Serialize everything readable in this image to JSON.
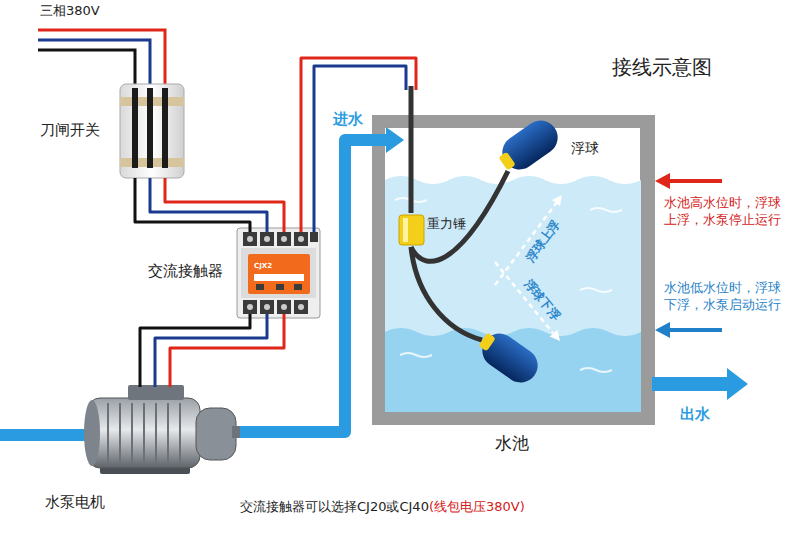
{
  "diagram": {
    "title": "接线示意图",
    "caption": "交流接触器可以选择CJ20或CJ40",
    "nodes": [
      {
        "text": [
          "刀闸开关"
        ]
      },
      {
        "text": [
          "交流接触器"
        ]
      },
      {
        "text": [
          "水泵电机"
        ]
      },
      {
        "text": [
          "水池"
        ]
      },
      {
        "text": [
          "浮球"
        ],
        "in": 3
      },
      {
        "text": [
          "重力锤"
        ],
        "in": 3
      }
    ],
    "edges": [
      {
        "from": 0,
        "to": 1,
        "arrow": "none"
      },
      {
        "from": 1,
        "to": 2,
        "arrow": "none"
      },
      {
        "from": 1,
        "to": 5,
        "arrow": "none"
      },
      {
        "from": 2,
        "to": 3,
        "label": "进水",
        "arrow": "to"
      },
      {
        "from": 5,
        "to": 4,
        "arrow": "none"
      }
    ],
    "labels": [
      "三相380V",
      "CJX2",
      "浮球上浮",
      "浮球下浮",
      "水池高水位时，浮球上浮，水泵停止运行",
      "水池低水位时，浮球下浮，水泵启动运行",
      "出水",
      "(线包电压380V)"
    ]
  }
}
